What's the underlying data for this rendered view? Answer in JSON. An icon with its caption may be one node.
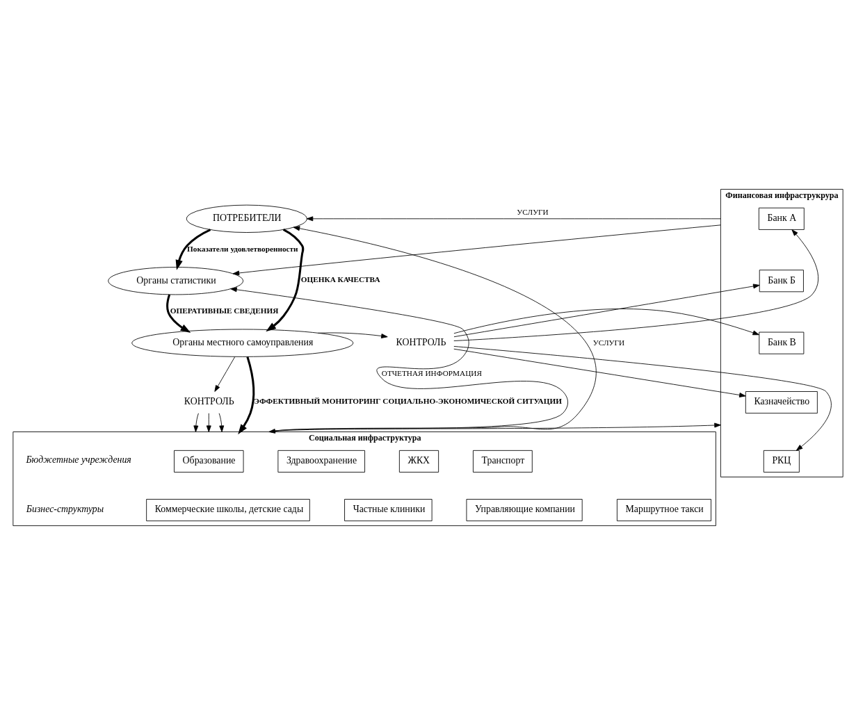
{
  "diagram": {
    "nodes": [
      {
        "text": [
          "ПОТРЕБИТЕЛИ"
        ]
      },
      {
        "text": [
          "Органы статистики"
        ]
      },
      {
        "text": [
          "Органы местного самоуправления"
        ]
      },
      {
        "text": [
          "Финансовая инфраструкрура"
        ]
      },
      {
        "text": [
          "Банк А"
        ],
        "in": 3
      },
      {
        "text": [
          "Банк Б"
        ],
        "in": 3
      },
      {
        "text": [
          "Банк В"
        ],
        "in": 3
      },
      {
        "text": [
          "Казначейство"
        ],
        "in": 3
      },
      {
        "text": [
          "РКЦ"
        ],
        "in": 3
      },
      {
        "text": [
          "КОНТРОЛЬ"
        ]
      },
      {
        "text": [
          "КОНТРОЛЬ"
        ]
      },
      {
        "text": [
          "Социальная инфраструктура"
        ]
      },
      {
        "text": [
          "Образование"
        ],
        "in": 11
      },
      {
        "text": [
          "Здравоохранение"
        ],
        "in": 11
      },
      {
        "text": [
          "ЖКХ"
        ],
        "in": 11
      },
      {
        "text": [
          "Транспорт"
        ],
        "in": 11
      },
      {
        "text": [
          "Коммерческие школы, детские сады"
        ],
        "in": 11
      },
      {
        "text": [
          "Частные клиники"
        ],
        "in": 11
      },
      {
        "text": [
          "Управляющие компании"
        ],
        "in": 11
      },
      {
        "text": [
          "Маршрутное такси"
        ],
        "in": 11
      }
    ],
    "edges": [
      {
        "from": 3,
        "to": 0,
        "arrow": "to",
        "label": "УСЛУГИ"
      },
      {
        "from": 3,
        "to": 1,
        "arrow": "to"
      },
      {
        "from": 0,
        "to": 1,
        "arrow": "to",
        "label": "Показатели удовлетворенности",
        "style": "thick"
      },
      {
        "from": 1,
        "to": 2,
        "arrow": "to",
        "label": "ОПЕРАТИВНЫЕ СВЕДЕНИЯ",
        "style": "thick"
      },
      {
        "from": 0,
        "to": 2,
        "arrow": "to",
        "label": "ОЦЕНКА КАЧЕСТВА",
        "style": "thick"
      },
      {
        "from": 2,
        "to": 9,
        "arrow": "to"
      },
      {
        "from": 9,
        "to": 4,
        "arrow": "to"
      },
      {
        "from": 9,
        "to": 5,
        "arrow": "to"
      },
      {
        "from": 9,
        "to": 6,
        "arrow": "to"
      },
      {
        "from": 9,
        "to": 7,
        "arrow": "to"
      },
      {
        "from": 9,
        "to": 8,
        "arrow": "to"
      },
      {
        "from": 2,
        "to": 10,
        "arrow": "to"
      },
      {
        "from": 10,
        "to": 11,
        "arrow": "to"
      },
      {
        "from": 10,
        "to": 11,
        "arrow": "to"
      },
      {
        "from": 10,
        "to": 11,
        "arrow": "to"
      },
      {
        "from": 2,
        "to": 11,
        "arrow": "to",
        "label": "ЭФФЕКТИВНЫЙ МОНИТОРИНГ СОЦИАЛЬНО-ЭКОНОМИЧЕСКОЙ СИТУАЦИИ",
        "style": "thick"
      },
      {
        "from": 11,
        "to": 0,
        "arrow": "to",
        "label": "УСЛУГИ"
      },
      {
        "from": 11,
        "to": 1,
        "arrow": "to",
        "label": "ОТЧЕТНАЯ ИНФОРМАЦИЯ"
      },
      {
        "from": 11,
        "to": 3,
        "arrow": "both"
      }
    ],
    "labels": [
      "Бюджетные учреждения",
      "Бизнес-структуры"
    ]
  }
}
